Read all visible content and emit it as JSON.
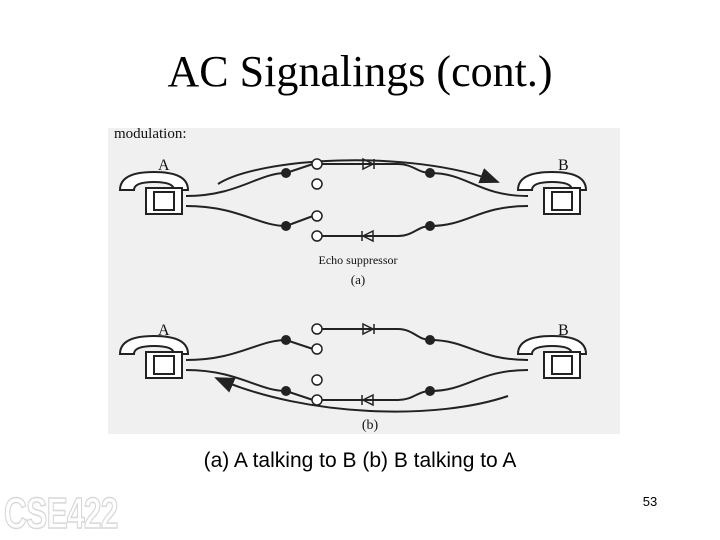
{
  "slide": {
    "title": "AC Signalings (cont.)",
    "caption": "(a) A talking to B   (b) B talking to A",
    "page_number": "53",
    "logo_text": "CSE422"
  },
  "figure": {
    "top_partial_text": "modulation:",
    "panel_a": {
      "left_label": "A",
      "right_label": "B",
      "device_label": "Echo suppressor",
      "sublabel": "(a)"
    },
    "panel_b": {
      "left_label": "A",
      "right_label": "B",
      "sublabel": "(b)"
    }
  }
}
